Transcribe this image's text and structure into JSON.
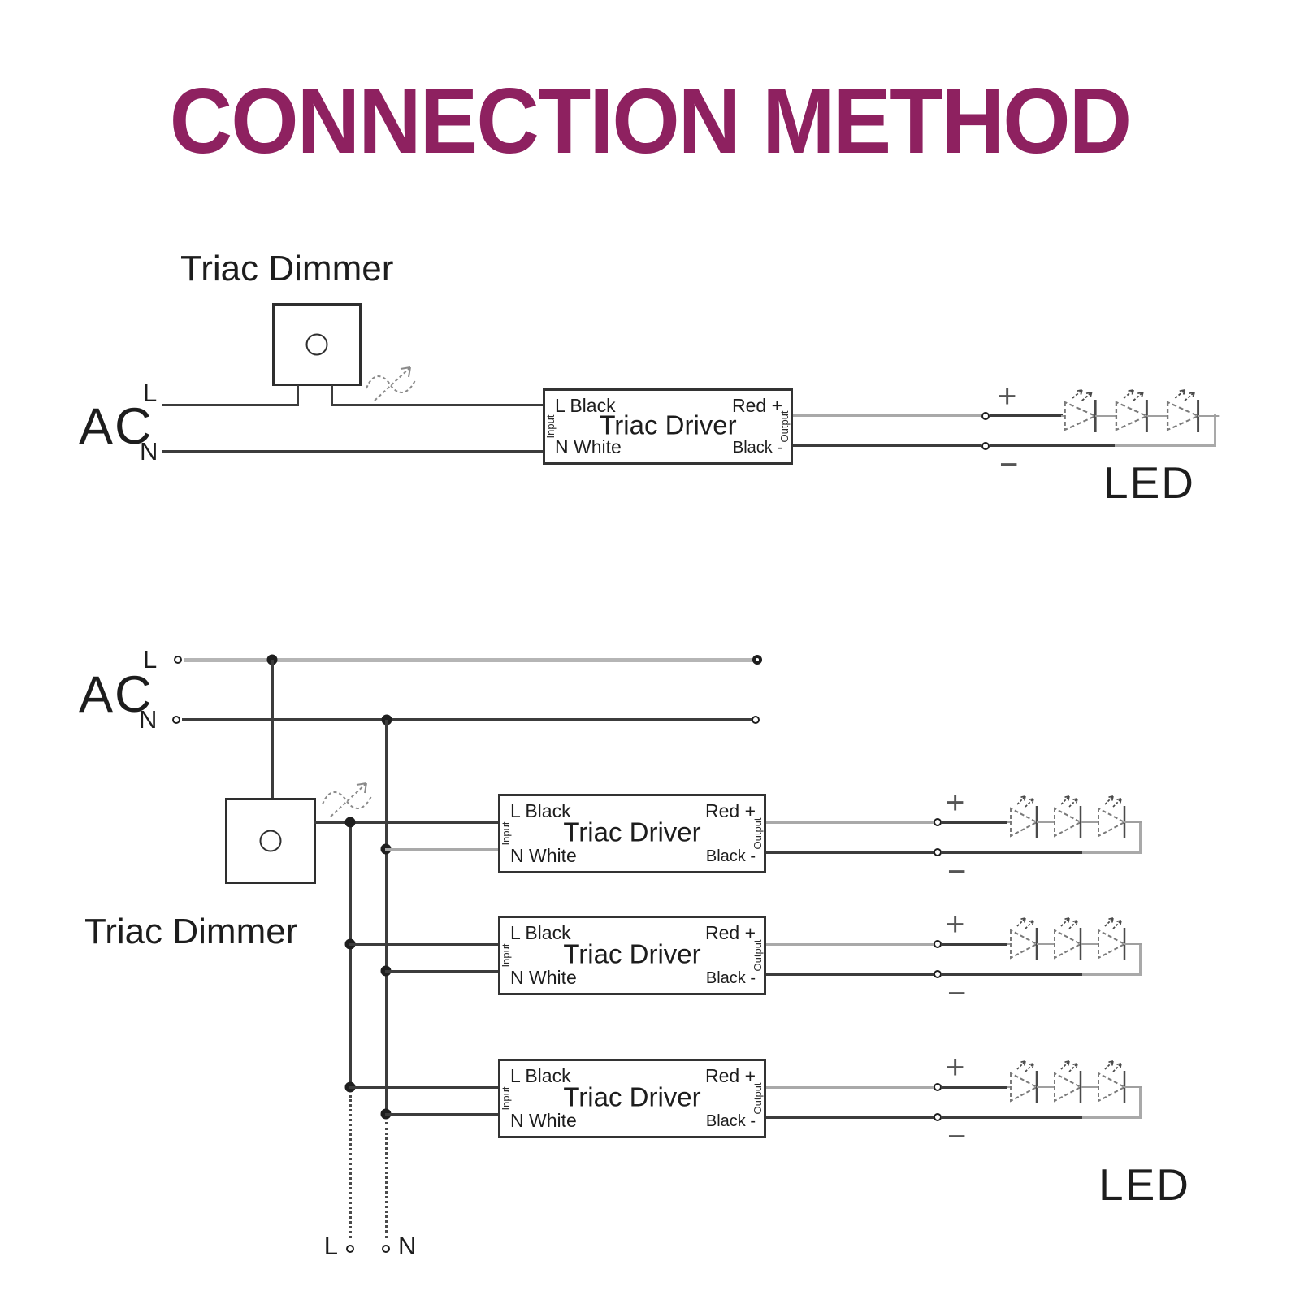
{
  "title": "CONNECTION METHOD",
  "colors": {
    "title": "#8e2160",
    "wire_dark": "#3c3c3c",
    "wire_gray": "#a9a9a9"
  },
  "driver_box": {
    "l_input": "L Black",
    "input": "Input",
    "name": "Triac Driver",
    "n_input": "N White",
    "output": "Output",
    "red_plus": "Red +",
    "black_minus": "Black -"
  },
  "polarity": {
    "plus": "+",
    "minus": "−"
  },
  "diagram_single": {
    "dimmer_label": "Triac Dimmer",
    "ac_label": "AC",
    "l_label": "L",
    "n_label": "N",
    "led_label": "LED"
  },
  "diagram_multi": {
    "ac_label": "AC",
    "l_label": "L",
    "n_label": "N",
    "dimmer_label": "Triac Dimmer",
    "led_label": "LED",
    "terminal_l": "L",
    "terminal_n": "N"
  }
}
